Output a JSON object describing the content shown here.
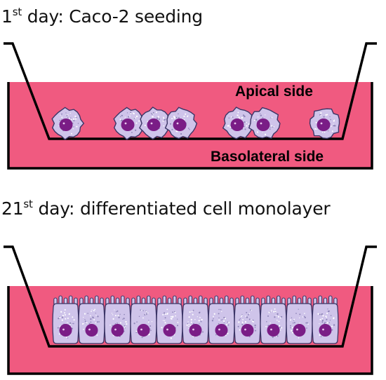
{
  "panels": {
    "first": {
      "heading_prefix": "1",
      "heading_sup": "st",
      "heading_rest": " day: Caco-2 seeding",
      "apical_label": "Apical side",
      "basolateral_label": "Basolateral side"
    },
    "second": {
      "heading_prefix": "21",
      "heading_sup": "st",
      "heading_rest": " day: differentiated cell monolayer"
    }
  },
  "colors": {
    "medium": "#f05a80",
    "cell_body": "#cfc4ea",
    "cell_outline": "#3b3566",
    "nucleus": "#7a1d86",
    "well_line": "#000000"
  }
}
